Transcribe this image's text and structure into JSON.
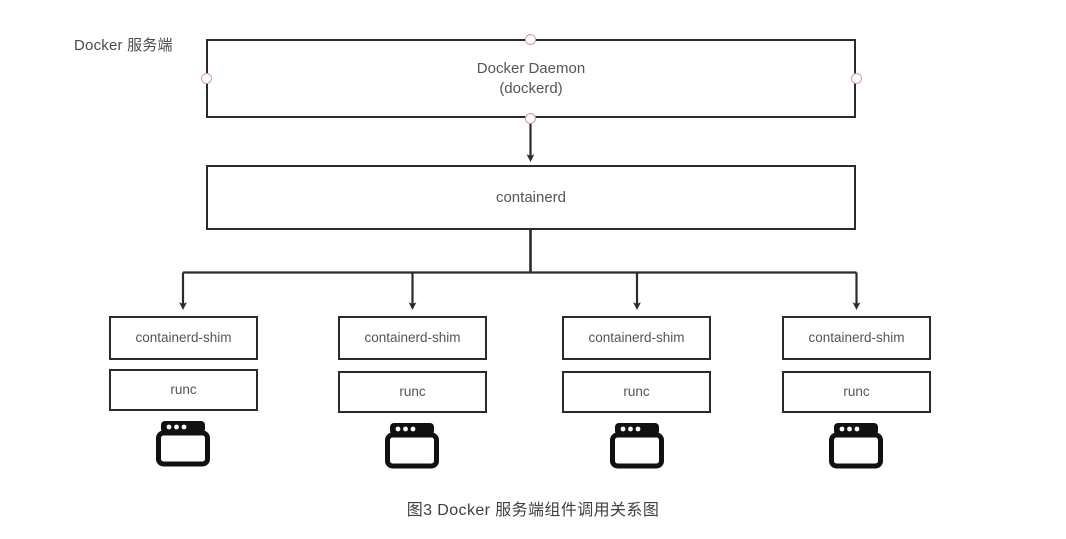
{
  "figure": {
    "side_label": "Docker 服务端",
    "caption": "图3 Docker 服务端组件调用关系图"
  },
  "colors": {
    "box_stroke": "#2b2b2b",
    "text": "#555555",
    "anchor_circle": "#d79aa3",
    "line": "#333333",
    "background": "#ffffff",
    "icon": "#111111"
  },
  "nodes": {
    "daemon": {
      "title": "Docker Daemon",
      "subtitle": "(dockerd)"
    },
    "containerd": {
      "label": "containerd"
    },
    "columns": [
      {
        "shim_label": "containerd-shim",
        "runc_label": "runc",
        "icon": "container-window-icon"
      },
      {
        "shim_label": "containerd-shim",
        "runc_label": "runc",
        "icon": "container-window-icon"
      },
      {
        "shim_label": "containerd-shim",
        "runc_label": "runc",
        "icon": "container-window-icon"
      },
      {
        "shim_label": "containerd-shim",
        "runc_label": "runc",
        "icon": "container-window-icon"
      }
    ]
  },
  "chart_data": {
    "type": "diagram",
    "title": "图3 Docker 服务端组件调用关系图",
    "layout": "top-down hierarchy with 4-way fan-out",
    "levels": [
      {
        "level": 0,
        "nodes": [
          "Docker Daemon (dockerd)"
        ]
      },
      {
        "level": 1,
        "nodes": [
          "containerd"
        ]
      },
      {
        "level": 2,
        "nodes": [
          "containerd-shim",
          "containerd-shim",
          "containerd-shim",
          "containerd-shim"
        ]
      },
      {
        "level": 3,
        "nodes": [
          "runc",
          "runc",
          "runc",
          "runc"
        ]
      },
      {
        "level": 4,
        "nodes": [
          "container",
          "container",
          "container",
          "container"
        ]
      }
    ],
    "edges": [
      {
        "from": "Docker Daemon (dockerd)",
        "to": "containerd",
        "style": "arrow"
      },
      {
        "from": "containerd",
        "to": "containerd-shim #1",
        "style": "arrow"
      },
      {
        "from": "containerd",
        "to": "containerd-shim #2",
        "style": "arrow"
      },
      {
        "from": "containerd",
        "to": "containerd-shim #3",
        "style": "arrow"
      },
      {
        "from": "containerd",
        "to": "containerd-shim #4",
        "style": "arrow"
      }
    ],
    "annotations": [
      "Docker 服务端"
    ]
  }
}
